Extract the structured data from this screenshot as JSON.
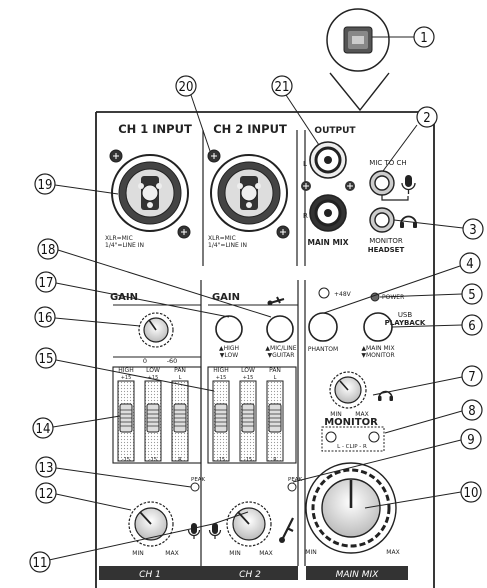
{
  "callouts": [
    "1",
    "2",
    "3",
    "4",
    "5",
    "6",
    "7",
    "8",
    "9",
    "10",
    "11",
    "12",
    "13",
    "14",
    "15",
    "16",
    "17",
    "18",
    "19",
    "20",
    "21"
  ],
  "labels": {
    "ch1_input": "CH 1 INPUT",
    "ch2_input": "CH 2 INPUT",
    "output": "OUTPUT",
    "mic_to_ch": "MIC TO CH",
    "xlr_mic_1": "XLR=MIC",
    "line_in_1": "1/4\"=LINE IN",
    "xlr_mic_2": "XLR=MIC",
    "line_in_2": "1/4\"=LINE IN",
    "out_l": "L",
    "out_r": "R",
    "main_mix_out": "MAIN MIX",
    "monitor_headset_1": "MONITOR",
    "monitor_headset_2": "HEADSET",
    "p48v": "+48V",
    "power": "POWER",
    "phantom": "PHANTOM",
    "usb_playback_1": "USB",
    "usb_playback_2": "PLAYBACK",
    "main_mix_sel": "▲MAIN MIX",
    "monitor_sel": "▼MONITOR",
    "gain1": "GAIN",
    "gain2": "GAIN",
    "gain_range_lo": "0",
    "gain_range_hi": "-60",
    "high_sel": "▲HIGH",
    "low_sel": "▼LOW",
    "mic_line_sel": "▲MIC/LINE",
    "guitar_sel": "▼GUITAR",
    "high": "HIGH",
    "low": "LOW",
    "pan": "PAN",
    "high2": "HIGH",
    "low2": "LOW",
    "pan2": "PAN",
    "p15": "+15",
    "m15": "-15",
    "pan_l": "L",
    "pan_r": "R",
    "mon_min": "MIN",
    "mon_max": "MAX",
    "monitor": "MONITOR",
    "clip": "L - CLIP - R",
    "peak1": "PEAK",
    "peak2": "PEAK",
    "min1": "MIN",
    "max1": "MAX",
    "min2": "MIN",
    "max2": "MAX",
    "main_min": "MIN",
    "main_max": "MAX",
    "ch1": "CH 1",
    "ch2": "CH 2",
    "main_mix": "MAIN MIX"
  }
}
